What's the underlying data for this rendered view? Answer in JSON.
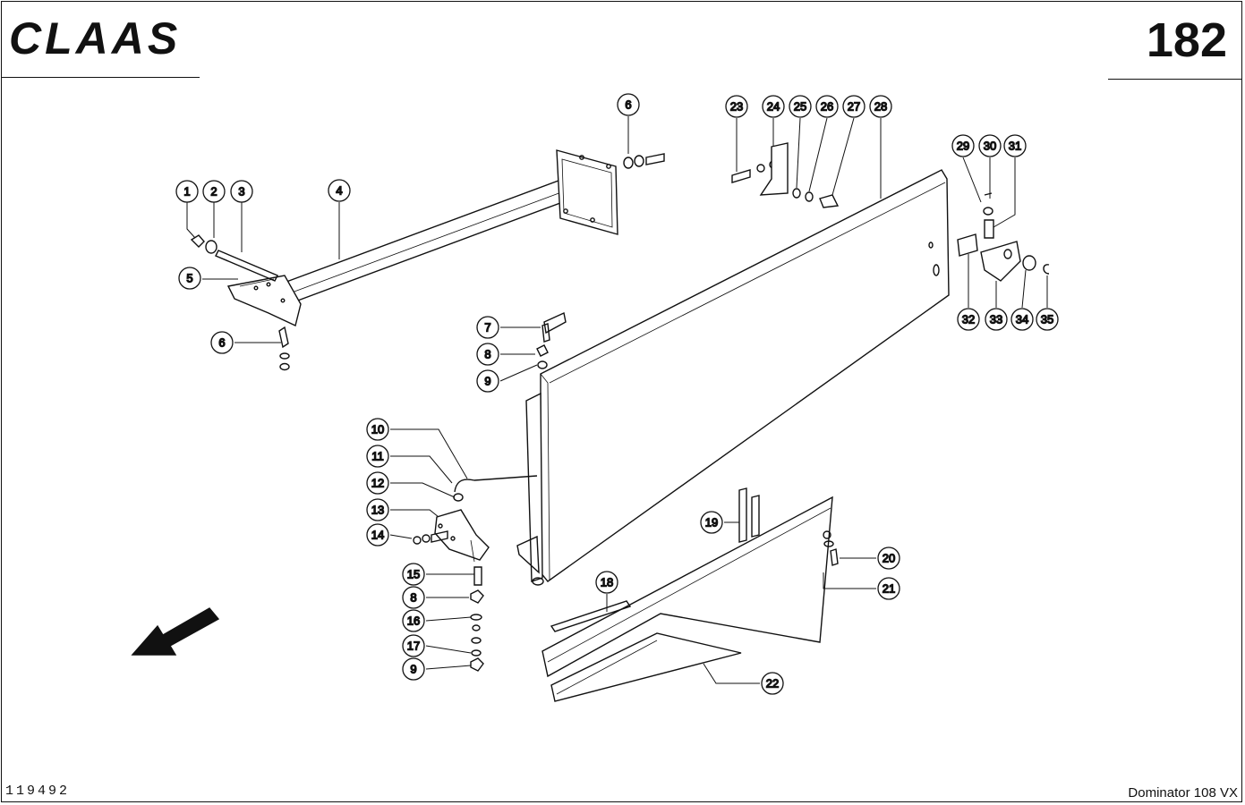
{
  "header": {
    "brand": "CLAAS",
    "page_number": "182"
  },
  "footer": {
    "document_id": "119492",
    "model": "Dominator 108 VX"
  },
  "callouts": [
    {
      "id": "c1",
      "label": "1"
    },
    {
      "id": "c2",
      "label": "2"
    },
    {
      "id": "c3",
      "label": "3"
    },
    {
      "id": "c4",
      "label": "4"
    },
    {
      "id": "c5",
      "label": "5"
    },
    {
      "id": "c6a",
      "label": "6"
    },
    {
      "id": "c6b",
      "label": "6"
    },
    {
      "id": "c7",
      "label": "7"
    },
    {
      "id": "c8a",
      "label": "8"
    },
    {
      "id": "c9a",
      "label": "9"
    },
    {
      "id": "c10",
      "label": "10"
    },
    {
      "id": "c11",
      "label": "11"
    },
    {
      "id": "c12",
      "label": "12"
    },
    {
      "id": "c13",
      "label": "13"
    },
    {
      "id": "c14",
      "label": "14"
    },
    {
      "id": "c15",
      "label": "15"
    },
    {
      "id": "c8b",
      "label": "8"
    },
    {
      "id": "c16",
      "label": "16"
    },
    {
      "id": "c17",
      "label": "17"
    },
    {
      "id": "c9b",
      "label": "9"
    },
    {
      "id": "c18",
      "label": "18"
    },
    {
      "id": "c19",
      "label": "19"
    },
    {
      "id": "c20",
      "label": "20"
    },
    {
      "id": "c21",
      "label": "21"
    },
    {
      "id": "c22",
      "label": "22"
    },
    {
      "id": "c23",
      "label": "23"
    },
    {
      "id": "c24",
      "label": "24"
    },
    {
      "id": "c25",
      "label": "25"
    },
    {
      "id": "c26",
      "label": "26"
    },
    {
      "id": "c27",
      "label": "27"
    },
    {
      "id": "c28",
      "label": "28"
    },
    {
      "id": "c29",
      "label": "29"
    },
    {
      "id": "c30",
      "label": "30"
    },
    {
      "id": "c31",
      "label": "31"
    },
    {
      "id": "c32",
      "label": "32"
    },
    {
      "id": "c33",
      "label": "33"
    },
    {
      "id": "c34",
      "label": "34"
    },
    {
      "id": "c35",
      "label": "35"
    }
  ]
}
